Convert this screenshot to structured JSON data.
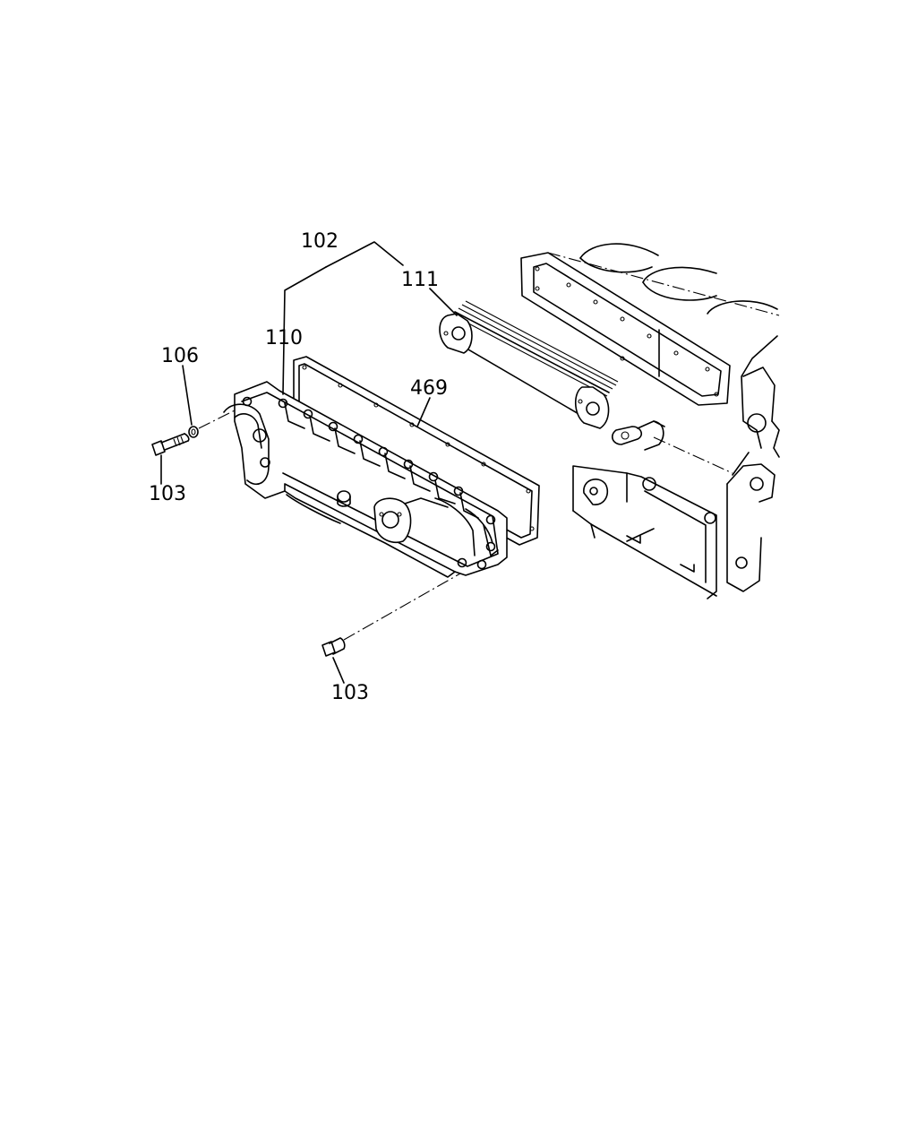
{
  "callouts": {
    "c102": "102",
    "c111": "111",
    "c110": "110",
    "c106": "106",
    "c469": "469",
    "c103_top": "103",
    "c103_bottom": "103"
  }
}
